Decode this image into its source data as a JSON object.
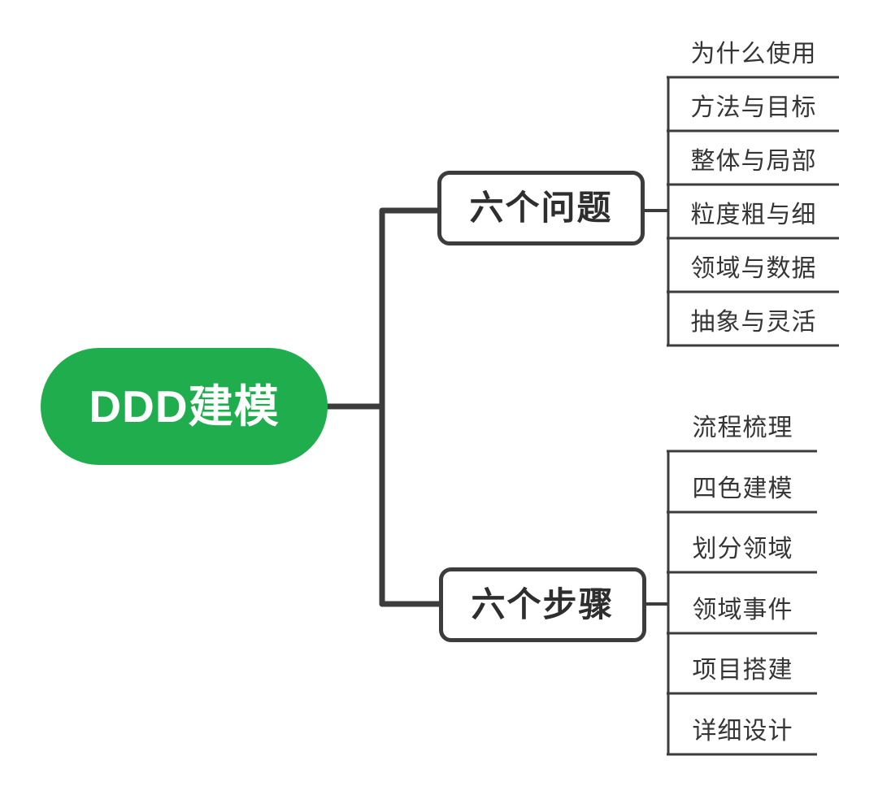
{
  "colors": {
    "accent_green": "#1fad4e",
    "line": "#3c3c3c",
    "text_dark": "#353535",
    "root_text": "#ffffff",
    "background": "#ffffff"
  },
  "mindmap": {
    "root": {
      "label": "DDD建模"
    },
    "branches": [
      {
        "label": "六个问题",
        "children": [
          "为什么使用",
          "方法与目标",
          "整体与局部",
          "粒度粗与细",
          "领域与数据",
          "抽象与灵活"
        ]
      },
      {
        "label": "六个步骤",
        "children": [
          "流程梳理",
          "四色建模",
          "划分领域",
          "领域事件",
          "项目搭建",
          "详细设计"
        ]
      }
    ]
  }
}
